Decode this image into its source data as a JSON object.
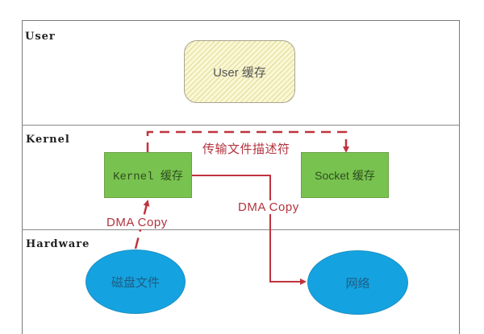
{
  "layers": {
    "user": "User",
    "kernel": "Kernel",
    "hardware": "Hardware"
  },
  "nodes": {
    "user_cache": "User 缓存",
    "kernel_cache": "Kernel 缓存",
    "socket_cache": "Socket 缓存",
    "disk_file": "磁盘文件",
    "network": "网络"
  },
  "edges": {
    "disk_to_kernel": "DMA Copy",
    "kernel_to_network": "DMA Copy",
    "kernel_to_socket": "传输文件描述符"
  },
  "colors": {
    "arrow": "#c0333f",
    "cache_box": "#78c34f",
    "hardware_node": "#14a3e0",
    "user_box_hatch": "#e8e3a8"
  }
}
